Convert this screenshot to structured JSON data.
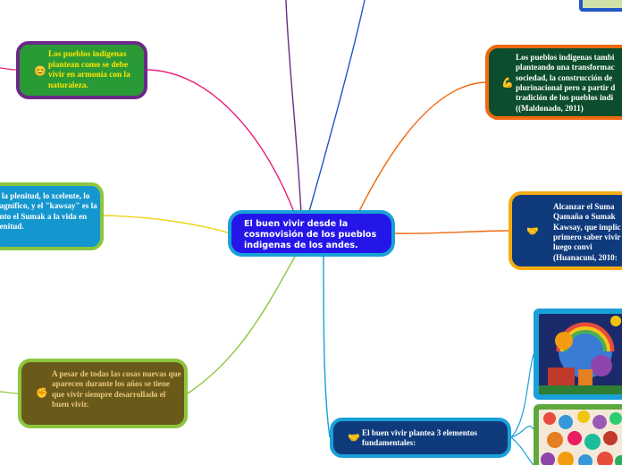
{
  "map": {
    "central": {
      "text": "El buen vivir desde la cosmovisión de los pueblos indigenas de  los andes."
    },
    "branches": [
      {
        "id": "green",
        "icon": "smiley-icon",
        "glyph": "😊",
        "text": "Los pueblos indigenas plantean como se debe vivir en armonia con la naturaleza."
      },
      {
        "id": "orange",
        "icon": "flexed-arm-icon",
        "glyph": "💪",
        "text": "Los pueblos indigenas tambi planteando una transformac sociedad, la construcción de plurinacional pero a partir d tradición de los pueblos indi ((Maldonado, 2011)"
      },
      {
        "id": "cyan",
        "text": "es la plenitud, lo xcelente, lo magnífico, y el \"kawsay\" es la tanto el Sumak a la vida en plenitud."
      },
      {
        "id": "navy",
        "icon": "handshake-icon",
        "glyph": "🤝",
        "text": "Alcanzar el Suma Qamaña o Sumak Kawsay, que implic primero saber vivir y luego convi (Huanacuni, 2010:"
      },
      {
        "id": "olive",
        "icon": "fist-icon",
        "glyph": "✊",
        "text": "A pesar de todas las cosas nuevas que aparecen durante los años se tiene que vivir siempre desarrollado el buen vivir."
      },
      {
        "id": "bottom",
        "icon": "handshake-icon",
        "glyph": "🤝",
        "text": "El buen vivir plantea 3 elementos fundamentales:"
      }
    ],
    "colors": {
      "central_fill": "#2416e8",
      "central_border": "#1aa0d8",
      "green_fill": "#2a9a36",
      "green_border": "#6b2a86",
      "orange_fill": "#0b4d2c",
      "orange_border": "#f06a12",
      "cyan_fill": "#1497cf",
      "cyan_border": "#8cc63e",
      "navy_fill": "#0f3b7d",
      "navy_border": "#f5ac12",
      "olive_fill": "#6a5a1a",
      "olive_border": "#8cc63e",
      "image1_frame": "#1aa0d8",
      "image2_frame": "#5fa93c"
    }
  }
}
